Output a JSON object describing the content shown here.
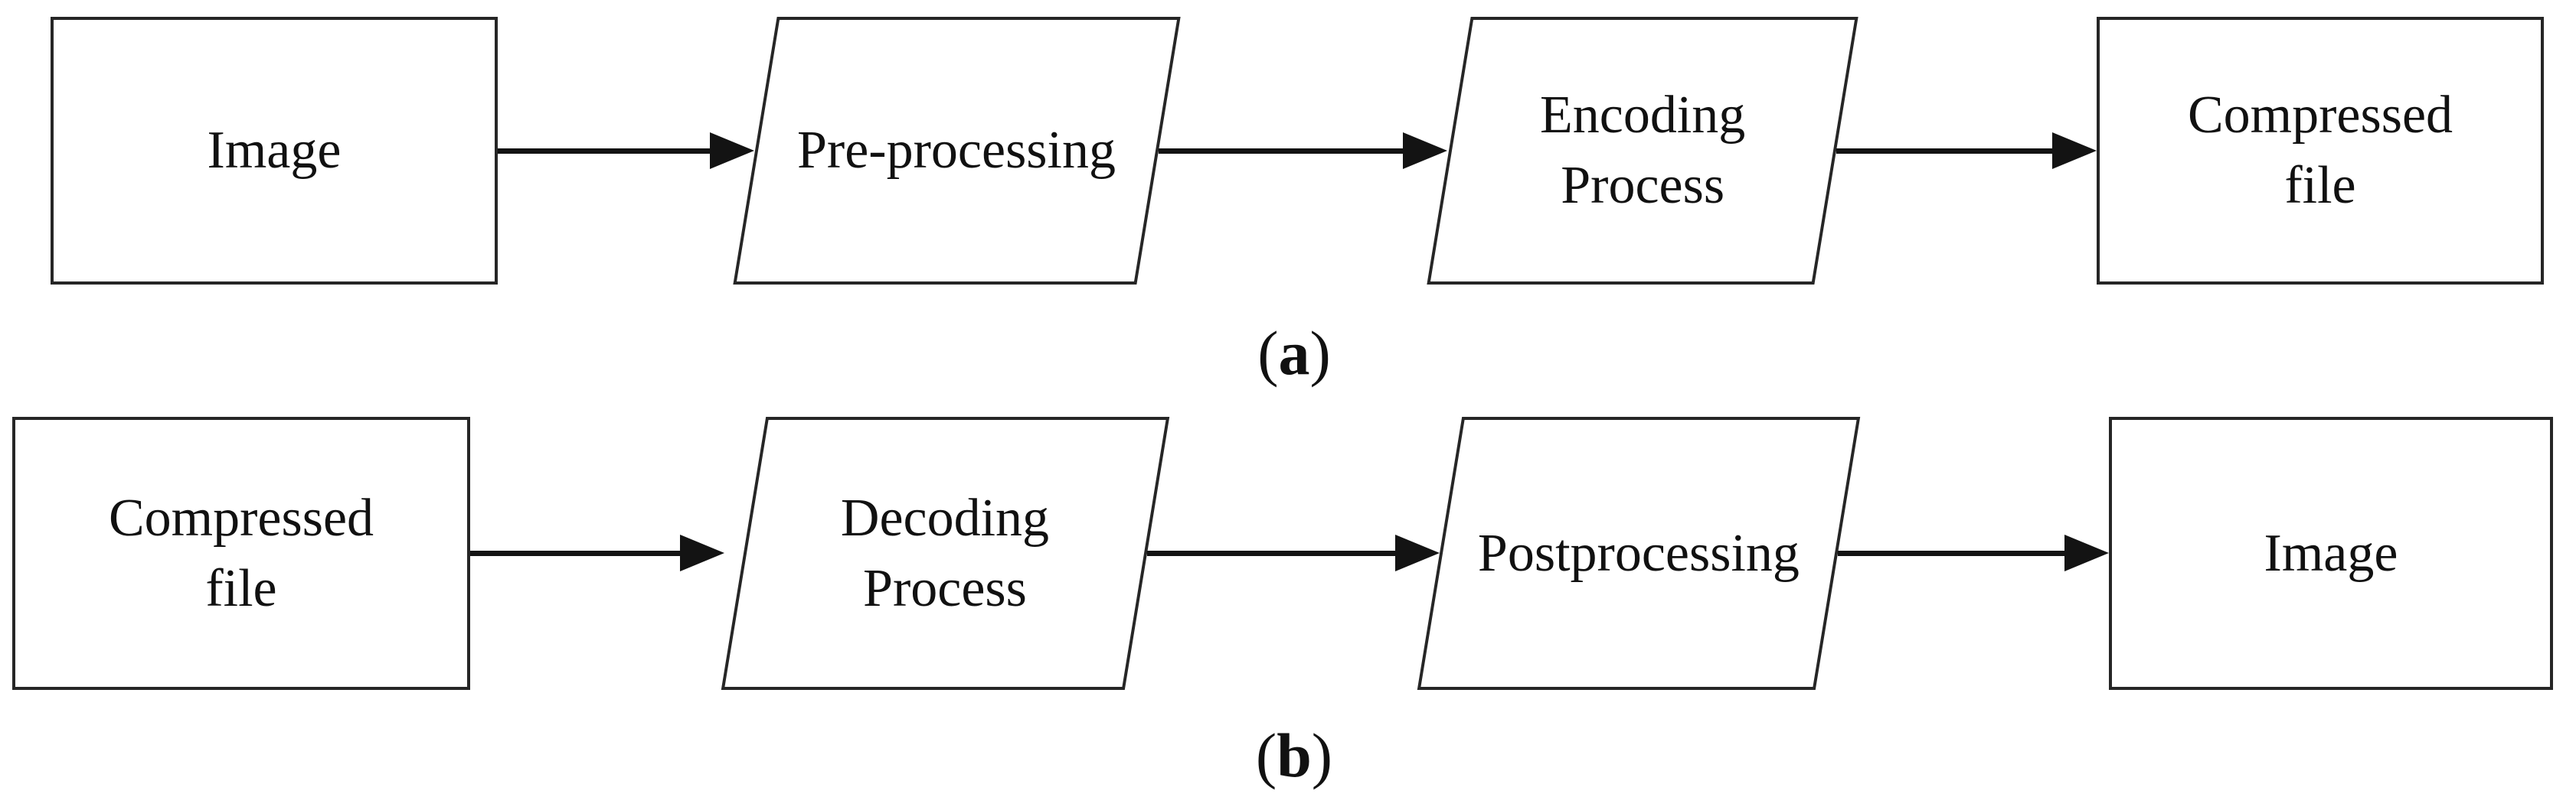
{
  "figure": {
    "background_color": "#ffffff",
    "shape_fill_color": "#ffffff",
    "shape_stroke_color": "#262626",
    "arrow_color": "#131313",
    "text_color": "#111111"
  },
  "panels": [
    {
      "caption_open": "(",
      "caption_letter": "a",
      "caption_close": ")",
      "nodes": [
        {
          "shape": "rectangle",
          "lines": [
            "Image"
          ]
        },
        {
          "shape": "parallelogram",
          "lines": [
            "Pre-processing"
          ]
        },
        {
          "shape": "parallelogram",
          "lines": [
            "Encoding",
            "Process"
          ]
        },
        {
          "shape": "rectangle",
          "lines": [
            "Compressed",
            "file"
          ]
        }
      ],
      "arrows": [
        {
          "from": "Image",
          "to": "Pre-processing"
        },
        {
          "from": "Pre-processing",
          "to": "Encoding Process"
        },
        {
          "from": "Encoding Process",
          "to": "Compressed file"
        }
      ]
    },
    {
      "caption_open": "(",
      "caption_letter": "b",
      "caption_close": ")",
      "nodes": [
        {
          "shape": "rectangle",
          "lines": [
            "Compressed",
            "file"
          ]
        },
        {
          "shape": "parallelogram",
          "lines": [
            "Decoding",
            "Process"
          ]
        },
        {
          "shape": "parallelogram",
          "lines": [
            "Postprocessing"
          ]
        },
        {
          "shape": "rectangle",
          "lines": [
            "Image"
          ]
        }
      ],
      "arrows": [
        {
          "from": "Compressed file",
          "to": "Decoding Process"
        },
        {
          "from": "Decoding Process",
          "to": "Postprocessing"
        },
        {
          "from": "Postprocessing",
          "to": "Image"
        }
      ]
    }
  ]
}
